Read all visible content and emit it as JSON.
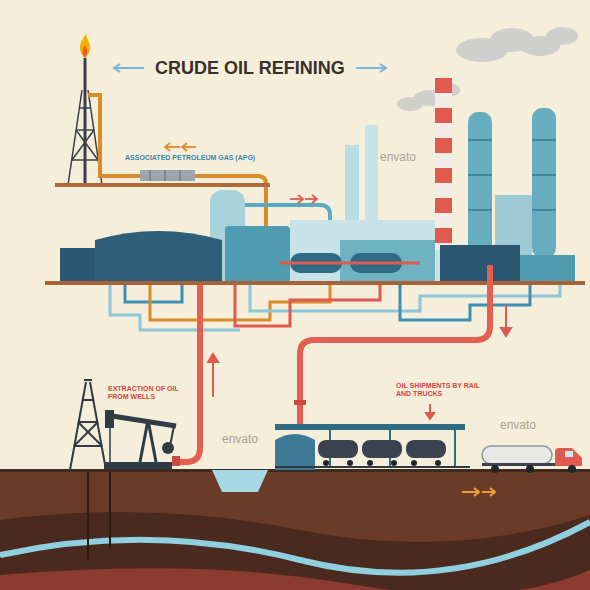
{
  "diagram": {
    "title": "CRUDE OIL REFINING",
    "labels": [
      "ASSOCIATED PETROLEUM GAS (APG)",
      "EXTRACTION OF OIL FROM WELLS",
      "OIL SHIPMENTS BY RAIL AND TRUCKS",
      "envato",
      "envato",
      "envato"
    ]
  }
}
